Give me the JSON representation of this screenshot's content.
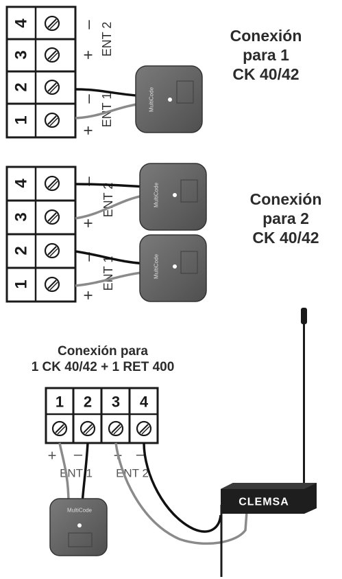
{
  "diagram1": {
    "title_lines": [
      "Conexión",
      "para 1",
      "CK 40/42"
    ],
    "terminal_numbers": [
      "1",
      "2",
      "3",
      "4"
    ],
    "plus_sign": "+",
    "minus_sign": "–",
    "ent1_label": "ENT 1",
    "ent2_label": "ENT 2",
    "device_brand": "MultiCode"
  },
  "diagram2": {
    "title_lines": [
      "Conexión",
      "para 2",
      "CK 40/42"
    ],
    "terminal_numbers": [
      "1",
      "2",
      "3",
      "4"
    ],
    "plus_sign": "+",
    "minus_sign": "–",
    "ent1_label": "ENT 1",
    "ent2_label": "ENT 2",
    "device_brand": "MultiCode"
  },
  "diagram3": {
    "title_lines": [
      "Conexión para",
      "1 CK 40/42 + 1 RET 400"
    ],
    "terminal_numbers": [
      "1",
      "2",
      "3",
      "4"
    ],
    "plus_sign": "+",
    "minus_sign": "–",
    "ent1_label": "ENT 1",
    "ent2_label": "ENT 2",
    "device_brand": "MultiCode",
    "receiver_brand": "CLEMSA"
  },
  "colors": {
    "terminal_outline": "#1a1a1a",
    "wire_black": "#111111",
    "wire_gray": "#8a8a8a",
    "device_fill": "#6b6b6b",
    "receiver_fill": "#1e1e1e"
  }
}
